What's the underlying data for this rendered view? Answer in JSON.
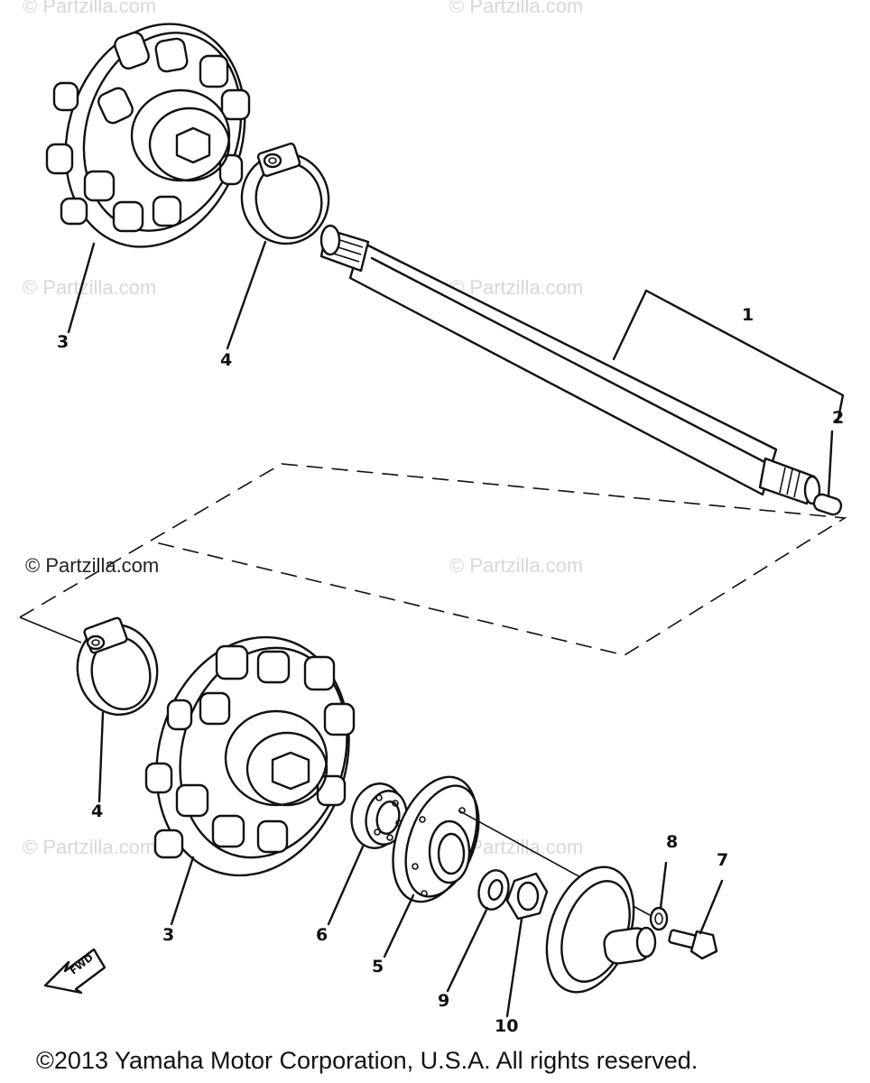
{
  "diagram": {
    "watermark_text": "© Partzilla.com",
    "part_numbers": {
      "p1": "1",
      "p2": "2",
      "p3_top": "3",
      "p4_top": "4",
      "p4_bottom": "4",
      "p3_bottom": "3",
      "p6": "6",
      "p5": "5",
      "p9": "9",
      "p10": "10",
      "p8": "8",
      "p7": "7"
    },
    "fwd_arrow_label": "FWD",
    "copyright": "©2013 Yamaha Motor Corporation, U.S.A. All rights reserved."
  }
}
